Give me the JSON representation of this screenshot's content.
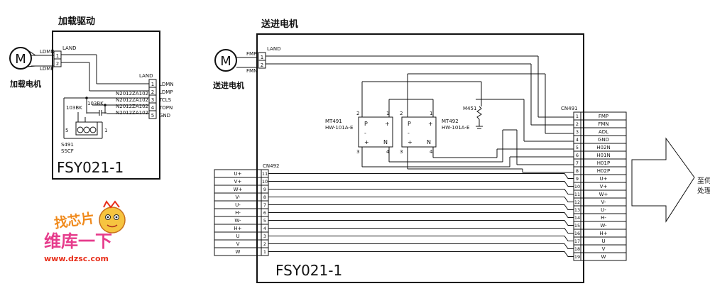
{
  "left_section": {
    "title": "加载驱动",
    "motor_symbol": "M",
    "motor_label": "加载电机",
    "motor_pins": [
      "LDMN",
      "LDMP"
    ],
    "land_label": "LAND",
    "connector_label": "LAND",
    "connector_pins": [
      {
        "num": "1",
        "name": "LDMN"
      },
      {
        "num": "2",
        "name": "LDMP"
      },
      {
        "num": "3",
        "name": "TCLS"
      },
      {
        "num": "4",
        "name": "TOPN"
      },
      {
        "num": "5",
        "name": "GND"
      }
    ],
    "resistors": [
      "N2012ZA102",
      "N2012ZA102",
      "N2012ZA102",
      "N2012ZA102"
    ],
    "res_labels": [
      "103BK",
      "103BK"
    ],
    "switch_label": "S491",
    "switch_sub": "SSCF",
    "switch_pins": [
      "5",
      "1"
    ],
    "board_name": "FSY021-1"
  },
  "right_section": {
    "title": "送进电机",
    "motor_symbol": "M",
    "motor_label": "送进电机",
    "motor_pins": [
      "FMP",
      "FMN"
    ],
    "land_label": "LAND",
    "left_connector_label": "CN492",
    "left_connector_pins": [
      {
        "name": "U+",
        "num": "11"
      },
      {
        "name": "V+",
        "num": "10"
      },
      {
        "name": "W+",
        "num": "9"
      },
      {
        "name": "V-",
        "num": "8"
      },
      {
        "name": "U-",
        "num": "7"
      },
      {
        "name": "H-",
        "num": "6"
      },
      {
        "name": "W-",
        "num": "5"
      },
      {
        "name": "H+",
        "num": "4"
      },
      {
        "name": "U",
        "num": "3"
      },
      {
        "name": "V",
        "num": "2"
      },
      {
        "name": "W",
        "num": "1"
      }
    ],
    "right_connector_label": "CN491",
    "right_connector_pins": [
      {
        "num": "1",
        "name": "FMP"
      },
      {
        "num": "2",
        "name": "FMN"
      },
      {
        "num": "3",
        "name": "ADL"
      },
      {
        "num": "4",
        "name": "GND"
      },
      {
        "num": "5",
        "name": "H02N"
      },
      {
        "num": "6",
        "name": "H01N"
      },
      {
        "num": "7",
        "name": "H01P"
      },
      {
        "num": "8",
        "name": "H02P"
      },
      {
        "num": "9",
        "name": "U+"
      },
      {
        "num": "10",
        "name": "V+"
      },
      {
        "num": "11",
        "name": "W+"
      },
      {
        "num": "12",
        "name": "V-"
      },
      {
        "num": "13",
        "name": "U-"
      },
      {
        "num": "14",
        "name": "H-"
      },
      {
        "num": "15",
        "name": "W-"
      },
      {
        "num": "16",
        "name": "H+"
      },
      {
        "num": "17",
        "name": "U"
      },
      {
        "num": "18",
        "name": "V"
      },
      {
        "num": "19",
        "name": "W"
      }
    ],
    "sensor1": {
      "name": "MT491",
      "sub": "HW-101A-E",
      "pins": [
        "2",
        "1",
        "3",
        "4"
      ],
      "letters": [
        "P",
        "N"
      ]
    },
    "sensor2": {
      "name": "MT492",
      "sub": "HW-101A-E",
      "pins": [
        "2",
        "1",
        "3",
        "4"
      ],
      "letters": [
        "P",
        "N"
      ]
    },
    "extra_label": "M451",
    "board_name": "FSY021-1",
    "arrow_text": [
      "至伺",
      "处理"
    ]
  },
  "watermark": {
    "logo_text": "找芯片",
    "brand": "维库一下",
    "url": "www.dzsc.com",
    "colors": {
      "orange": "#f08a1c",
      "red": "#e8301c",
      "pink": "#e63c8c"
    }
  }
}
